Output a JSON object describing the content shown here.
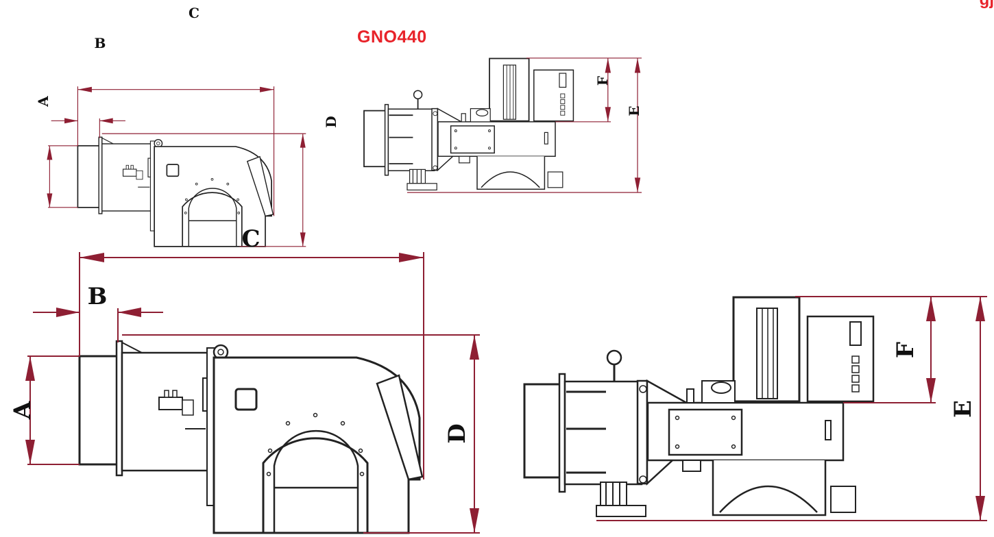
{
  "header": {
    "title": "GNO440",
    "corner_logo": "gj"
  },
  "colors": {
    "title": "#e8232a",
    "dimension_line": "#8e1f33",
    "drawing_line": "#222222"
  },
  "dimension_labels": {
    "front_view": {
      "a": "A",
      "b": "B",
      "c": "C",
      "d": "D"
    },
    "side_view": {
      "e": "E",
      "f": "F"
    }
  }
}
